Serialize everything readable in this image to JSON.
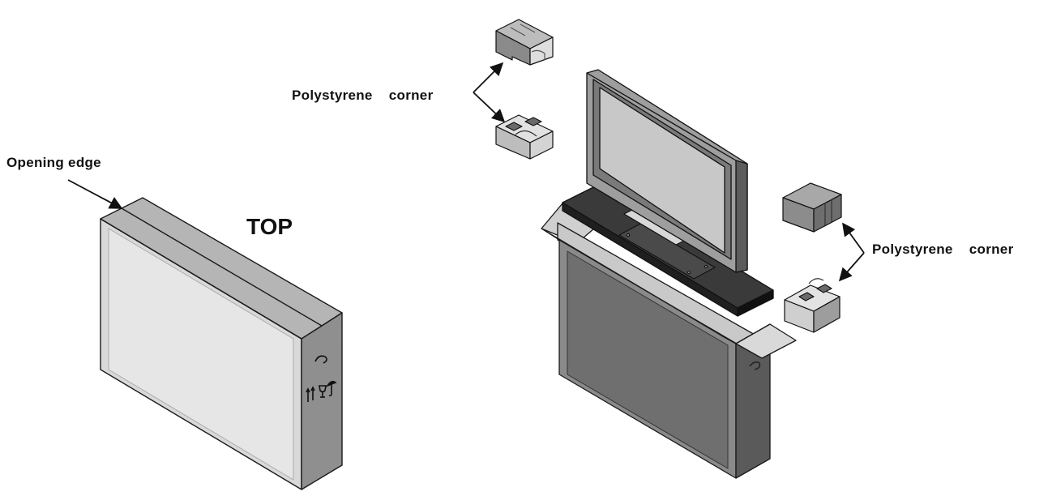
{
  "labels": {
    "opening_edge": "Opening edge",
    "top": "TOP",
    "polystyrene_corner_left": "Polystyrene    corner",
    "polystyrene_corner_right": "Polystyrene    corner"
  },
  "colors": {
    "outline": "#1a1a1a",
    "box_front": "#d9d9d9",
    "box_top": "#b5b5b5",
    "box_side": "#8f8f8f",
    "base_dark": "#333333",
    "screen": "#c8c8c8",
    "foam_light": "#eeeeee",
    "foam_mid": "#bdbdbd",
    "foam_dark": "#808080"
  },
  "icons": [
    "handle-icon",
    "this-way-up-icon",
    "fragile-glass-icon",
    "keep-dry-umbrella-icon"
  ]
}
